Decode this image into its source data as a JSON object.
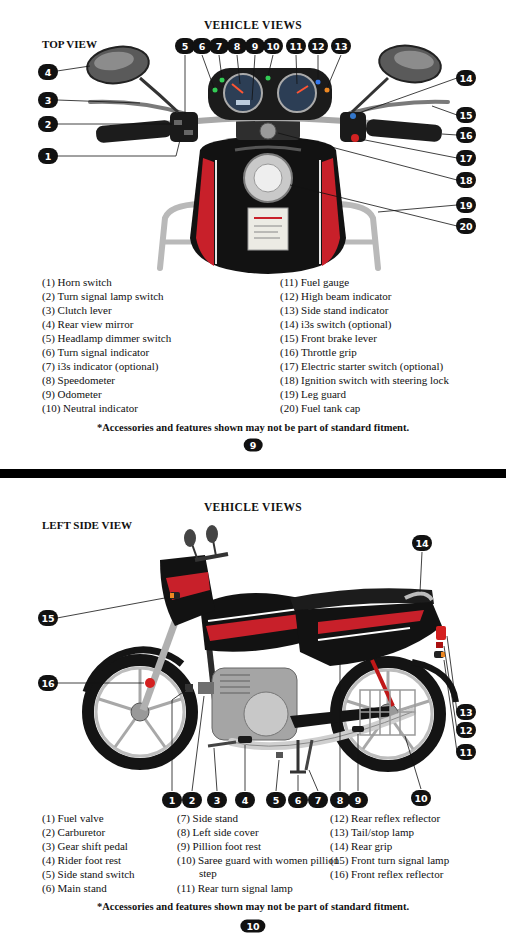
{
  "diagram": {
    "labels": [
      "VEHICLE VIEWS",
      "TOP VIEW",
      "1",
      "2",
      "3",
      "4",
      "5",
      "6",
      "7",
      "8",
      "9",
      "10",
      "11",
      "12",
      "13",
      "14",
      "15",
      "16",
      "17",
      "18",
      "19",
      "20",
      "(1) Horn switch",
      "(2) Turn signal lamp switch",
      "(3) Clutch lever",
      "(4) Rear view mirror",
      "(5) Headlamp dimmer switch",
      "(6) Turn signal indicator",
      "(7) i3s indicator (optional)",
      "(8) Speedometer",
      "(9) Odometer",
      "(10) Neutral indicator",
      "(11) Fuel gauge",
      "(12) High beam indicator",
      "(13) Side stand indicator",
      "(14) i3s switch (optional)",
      "(15) Front brake lever",
      "(16) Throttle grip",
      "(17) Electric starter switch (optional)",
      "(18) Ignition switch with steering lock",
      "(19) Leg guard",
      "(20) Fuel tank cap",
      "*Accessories and features shown may not be part of standard fitment.",
      "9",
      "VEHICLE VIEWS",
      "LEFT SIDE VIEW",
      "1",
      "2",
      "3",
      "4",
      "5",
      "6",
      "7",
      "8",
      "9",
      "10",
      "11",
      "12",
      "13",
      "14",
      "15",
      "16",
      "(1) Fuel valve",
      "(2) Carburetor",
      "(3) Gear shift pedal",
      "(4) Rider foot rest",
      "(5) Side stand switch",
      "(6) Main stand",
      "(7) Side stand",
      "(8) Left side cover",
      "(9) Pillion foot rest",
      "(10) Saree guard with women pillion step",
      "(11) Rear turn signal lamp",
      "(12) Rear reflex reflector",
      "(13) Tail/stop lamp",
      "(14) Rear grip",
      "(15) Front turn signal lamp",
      "(16) Front reflex reflector",
      "*Accessories and features shown may not be part of standard fitment.",
      "10"
    ]
  }
}
